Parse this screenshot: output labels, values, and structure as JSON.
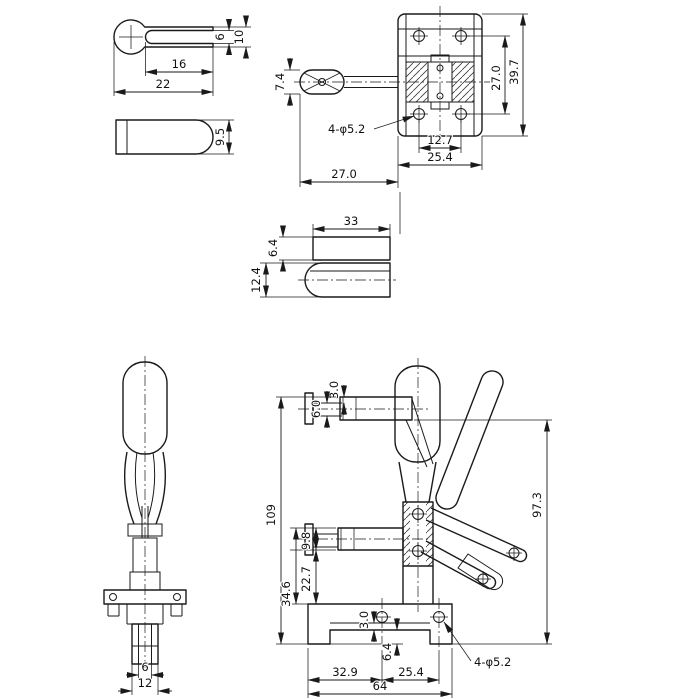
{
  "drawing": {
    "background": "#ffffff",
    "line_color": "#1a1a1a"
  },
  "labels": {
    "arm_top": {
      "slot_w": "6",
      "end_w": "10",
      "slot_len": "16",
      "total_len": "22"
    },
    "arm_side": {
      "thickness": "9.5"
    },
    "base_front": {
      "fork_h": "7.4",
      "hole_span_v": "27.0",
      "height": "39.7",
      "holes": "4-φ5.2",
      "hole_span_h": "12.7",
      "width": "25.4",
      "reach": "27.0"
    },
    "bar": {
      "length": "33",
      "upper_h": "6.4",
      "total_h": "12.4"
    },
    "front_view": {
      "tip_w": "6",
      "shank_w": "12"
    },
    "main": {
      "pad_gap": "3.0",
      "rod_h": "6.0",
      "height": "109",
      "bar_h": "9.8",
      "bar_to_base": "22.7",
      "bar_top_to_base": "34.6",
      "recess": "3.0",
      "foot_h": "6.4",
      "edge_to_hole": "32.9",
      "hole_span": "25.4",
      "base_len": "64",
      "open_h": "97.3",
      "holes": "4-φ5.2"
    }
  }
}
